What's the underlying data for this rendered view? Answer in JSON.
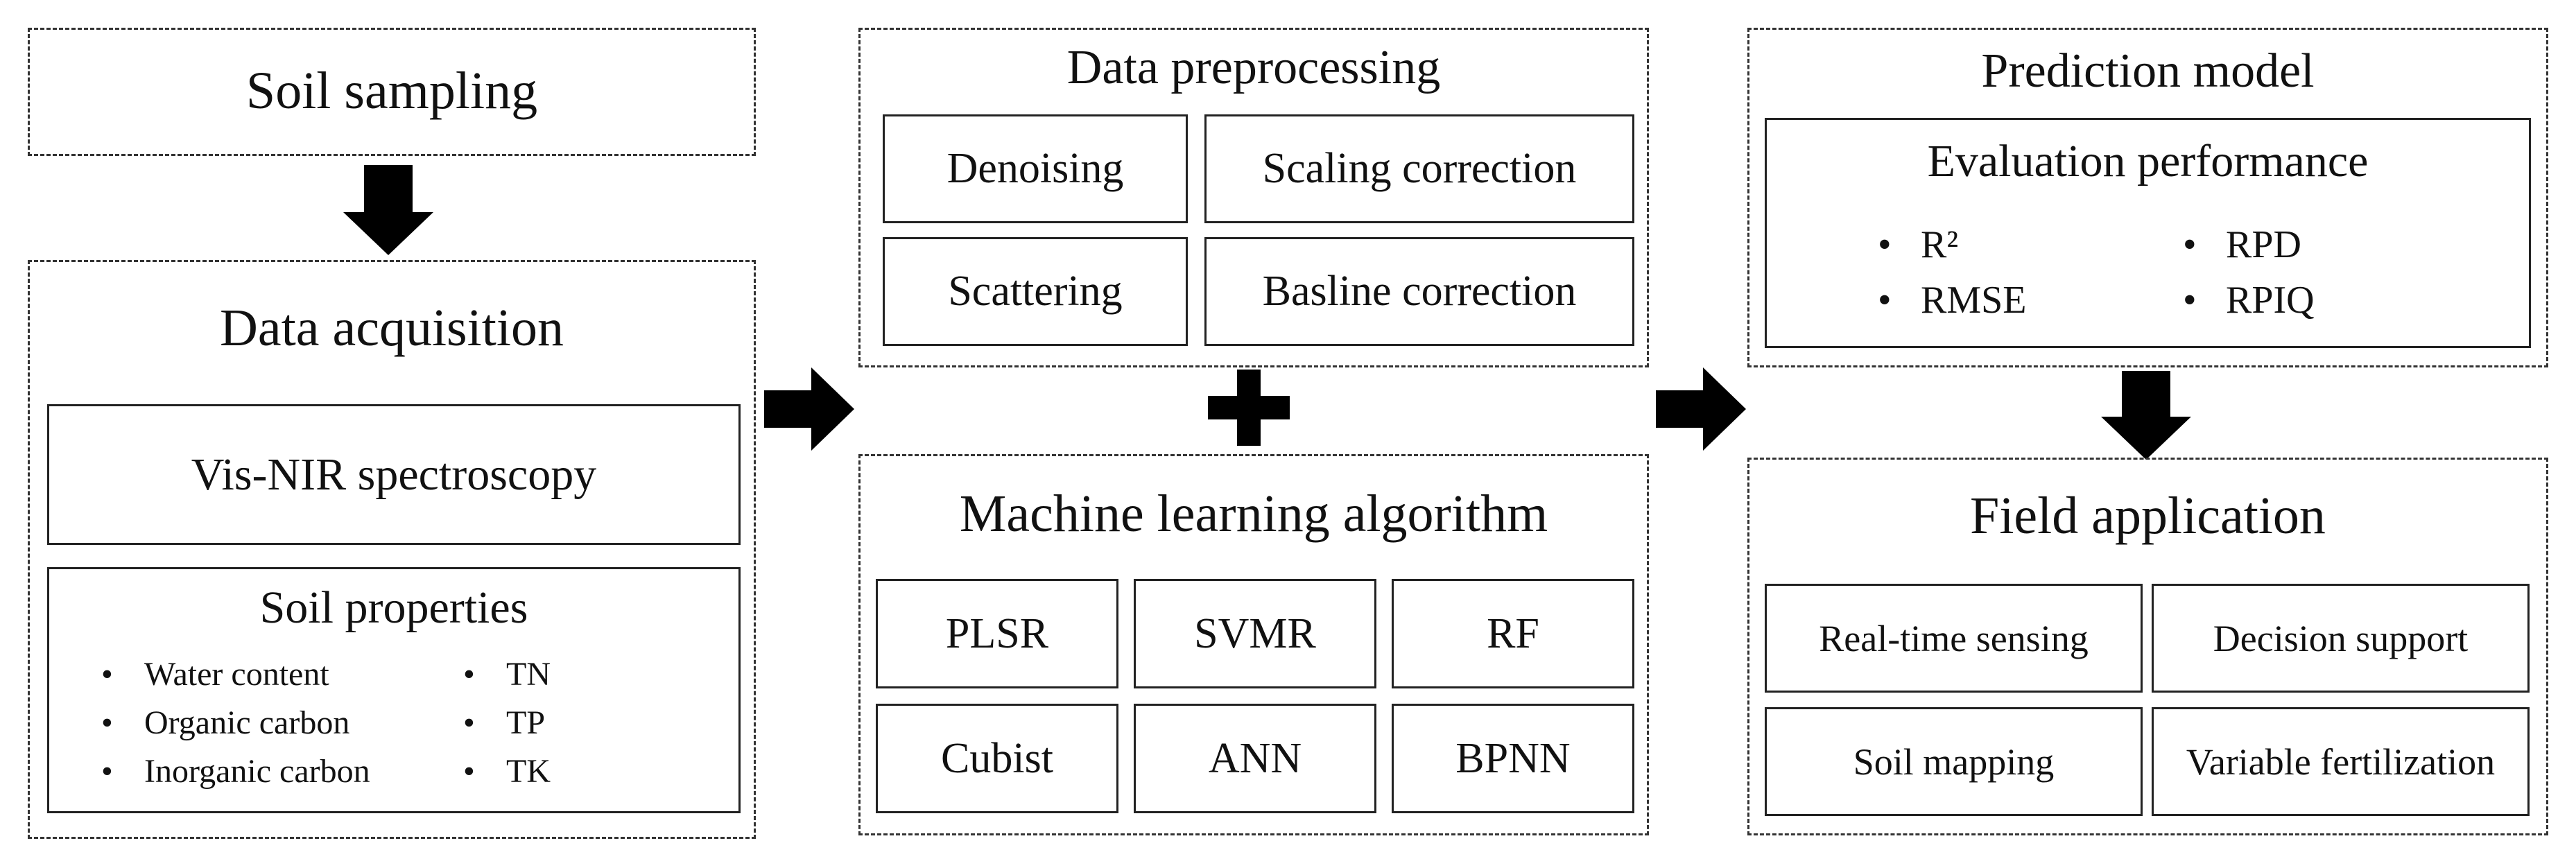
{
  "soil_sampling": {
    "title": "Soil sampling"
  },
  "data_acquisition": {
    "title": "Data acquisition",
    "spectroscopy": "Vis-NIR spectroscopy",
    "soil_properties": {
      "title": "Soil properties",
      "left_items": [
        "Water content",
        "Organic carbon",
        "Inorganic carbon"
      ],
      "right_items": [
        "TN",
        "TP",
        "TK"
      ]
    }
  },
  "data_preprocessing": {
    "title": "Data preprocessing",
    "methods": [
      "Denoising",
      "Scaling correction",
      "Scattering",
      "Basline correction"
    ]
  },
  "machine_learning": {
    "title": "Machine learning algorithm",
    "algorithms": [
      "PLSR",
      "SVMR",
      "RF",
      "Cubist",
      "ANN",
      "BPNN"
    ]
  },
  "prediction_model": {
    "title": "Prediction model",
    "evaluation": {
      "title": "Evaluation performance",
      "left_metrics": [
        "R²",
        "RMSE"
      ],
      "right_metrics": [
        "RPD",
        "RPIQ"
      ]
    }
  },
  "field_application": {
    "title": "Field application",
    "applications": [
      "Real-time sensing",
      "Decision support",
      "Soil mapping",
      "Variable fertilization"
    ]
  },
  "colors": {
    "line": "#222222",
    "arrow": "#000000",
    "background": "#ffffff"
  }
}
